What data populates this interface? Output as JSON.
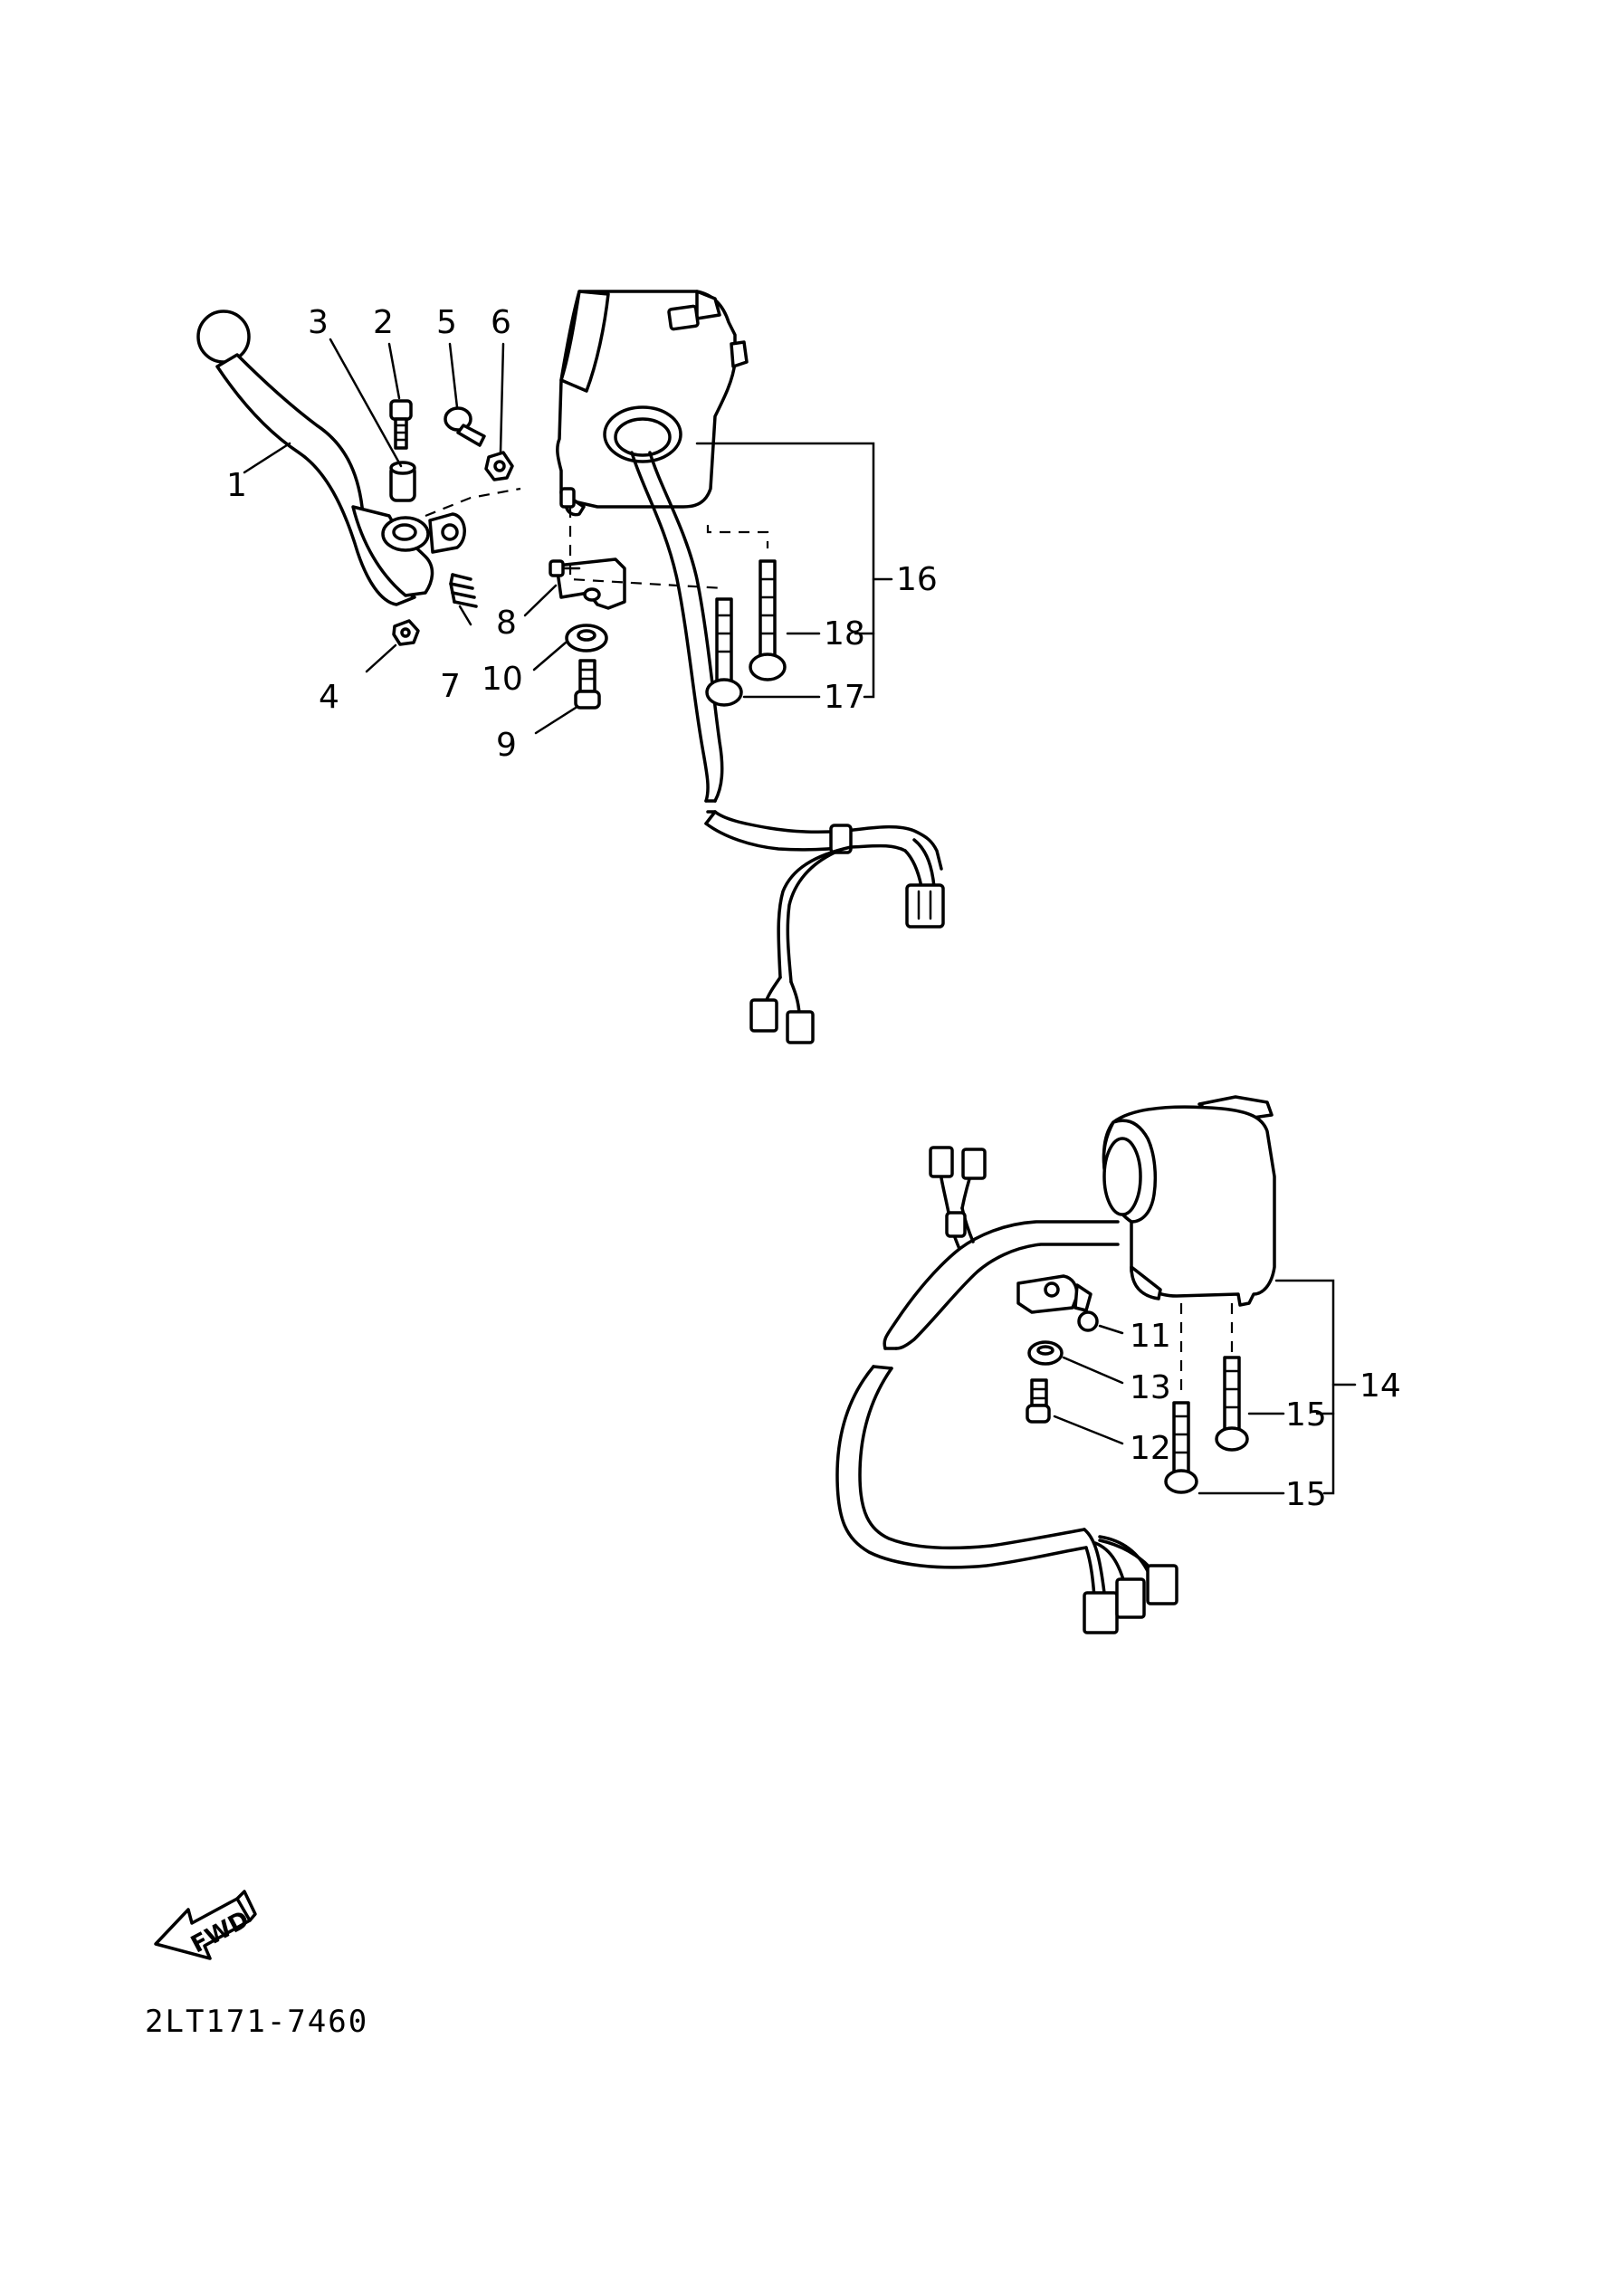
{
  "callouts": {
    "c1": "1",
    "c2": "2",
    "c3": "3",
    "c4": "4",
    "c5": "5",
    "c6": "6",
    "c7": "7",
    "c8": "8",
    "c9": "9",
    "c10": "10",
    "c11": "11",
    "c12": "12",
    "c13": "13",
    "c14": "14",
    "c15a": "15",
    "c15b": "15",
    "c16": "16",
    "c17": "17",
    "c18": "18"
  },
  "fwd_label": "FWD",
  "drawing_code": "2LT171-7460"
}
